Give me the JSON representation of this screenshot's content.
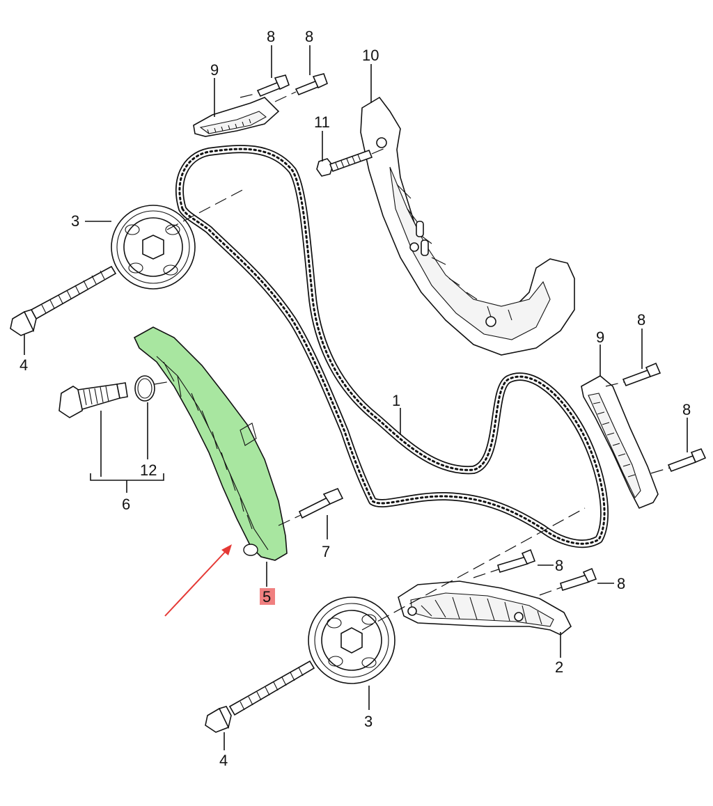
{
  "labels": {
    "chain": "1",
    "guide_rail_bottom": "2",
    "sprocket_top": "3",
    "sprocket_bottom": "3",
    "bolt_top": "4",
    "bolt_bottom": "4",
    "tensioner_rail": "5",
    "tensioner_pivot_bolt_set": "6",
    "pin_rail_5": "7",
    "pin_top_left": "8",
    "pin_top_right": "8",
    "pin_right_upper": "8",
    "pin_right_lower": "8",
    "pin_bottom_left": "8",
    "pin_bottom_right": "8",
    "guide_top": "9",
    "guide_right": "9",
    "guide_rail_top": "10",
    "bolt_rail_10": "11",
    "o_ring": "12"
  },
  "highlight": {
    "part_label": "5",
    "fill_color": "#a8e6a0",
    "box_color": "#f08080",
    "arrow_color": "#e53935"
  }
}
